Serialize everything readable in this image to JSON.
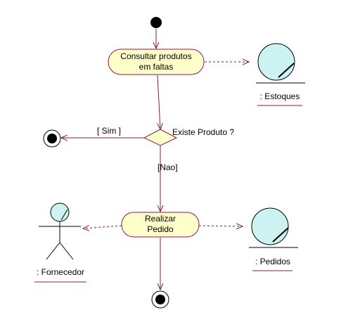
{
  "activities": {
    "consultar": {
      "line1": "Consultar produtos",
      "line2": "em faltas"
    },
    "realizar": {
      "line1": "Realizar",
      "line2": "Pedido"
    }
  },
  "decision": {
    "label": "Existe Produto ?"
  },
  "guards": {
    "sim": "[ Sim ]",
    "nao": "[Nao]"
  },
  "objects": {
    "estoques": ": Estoques",
    "pedidos": ": Pedidos"
  },
  "actor": {
    "label": ": Fornecedor"
  },
  "colors": {
    "line": "#8b1a4a",
    "activity_fill": "#ffffcc",
    "object_fill": "#ccf2f2",
    "stroke": "#000000"
  }
}
